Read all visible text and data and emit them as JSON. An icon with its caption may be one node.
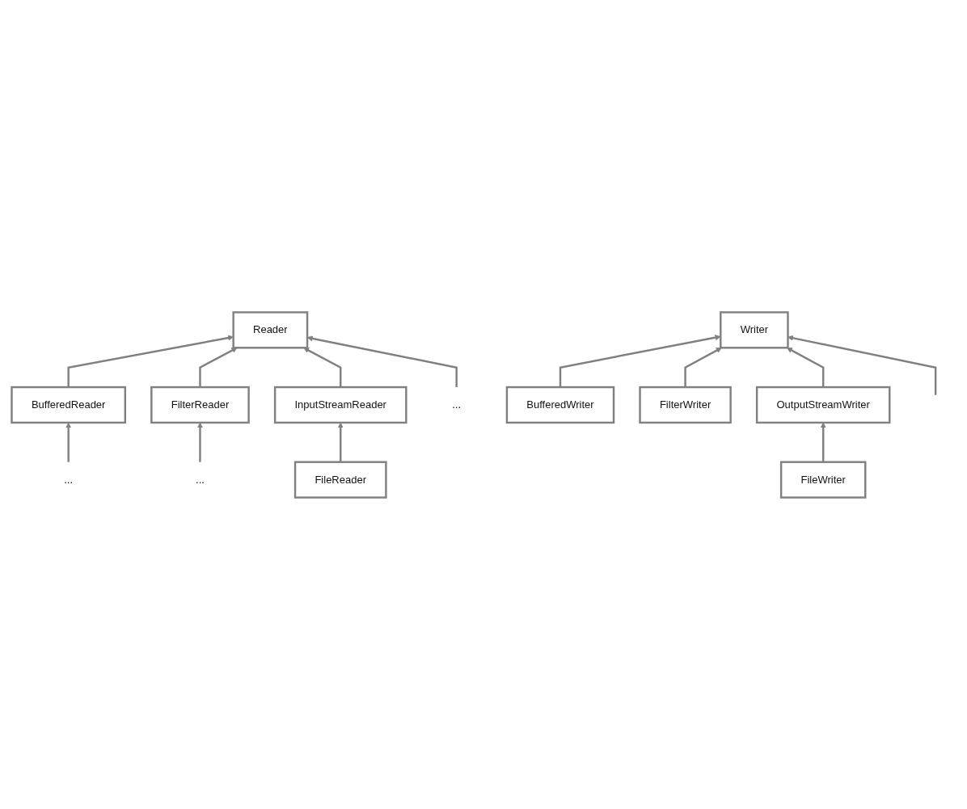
{
  "diagram": {
    "nodes": [
      {
        "text": [
          "Reader"
        ]
      },
      {
        "text": [
          "BufferedReader"
        ]
      },
      {
        "text": [
          "FilterReader"
        ]
      },
      {
        "text": [
          "InputStreamReader"
        ]
      },
      {
        "text": [
          "..."
        ]
      },
      {
        "text": [
          "..."
        ]
      },
      {
        "text": [
          "FileReader"
        ]
      },
      {
        "text": [
          "..."
        ]
      },
      {
        "text": [
          "Writer"
        ]
      },
      {
        "text": [
          "BufferedWriter"
        ]
      },
      {
        "text": [
          "FilterWriter"
        ]
      },
      {
        "text": [
          "OutputStreamWriter"
        ]
      },
      {
        "text": [
          "FileWriter"
        ]
      }
    ],
    "edges": [
      {
        "from": 1,
        "to": 0,
        "arrow": "to"
      },
      {
        "from": 2,
        "to": 0,
        "arrow": "to"
      },
      {
        "from": 3,
        "to": 0,
        "arrow": "to"
      },
      {
        "from": 7,
        "to": 0,
        "arrow": "to"
      },
      {
        "from": 4,
        "to": 1,
        "arrow": "to"
      },
      {
        "from": 5,
        "to": 2,
        "arrow": "to"
      },
      {
        "from": 6,
        "to": 3,
        "arrow": "to"
      },
      {
        "from": 9,
        "to": 8,
        "arrow": "to"
      },
      {
        "from": 10,
        "to": 8,
        "arrow": "to"
      },
      {
        "from": 11,
        "to": 8,
        "arrow": "to"
      },
      {
        "from": null,
        "to": 8,
        "arrow": "to"
      },
      {
        "from": 12,
        "to": 11,
        "arrow": "to"
      }
    ]
  }
}
